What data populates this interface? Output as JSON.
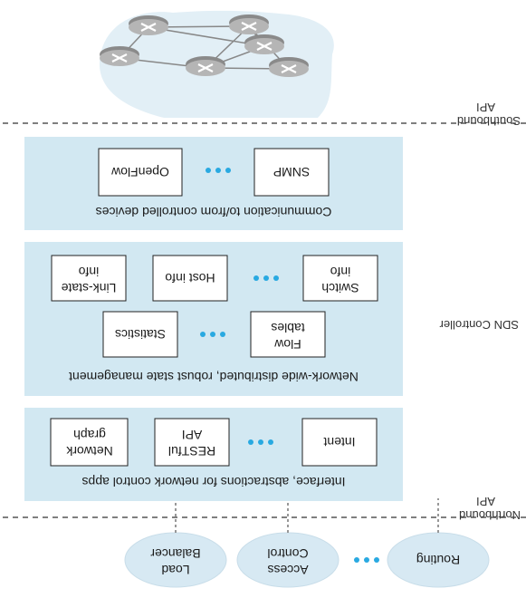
{
  "northbound_api": {
    "line1": "Northbound",
    "line2": "API"
  },
  "southbound_api": {
    "line1": "Southbound",
    "line2": "API"
  },
  "sdn_controller_label": "SDN Controller",
  "apps": [
    "Routing",
    "Access Control",
    "Load Balancer"
  ],
  "app_line_breaks": {
    "access": [
      "Access",
      "Control"
    ],
    "load": [
      "Load",
      "Balancer"
    ]
  },
  "interface_layer": {
    "title": "Interface, abstractions for  network control apps",
    "boxes": [
      {
        "lines": [
          "Network",
          "graph"
        ]
      },
      {
        "lines": [
          "RESTful",
          "API"
        ]
      },
      {
        "lines": [
          "Intent"
        ]
      }
    ]
  },
  "state_layer": {
    "title": "Network-wide distributed, robust state management",
    "row1": [
      {
        "lines": [
          "Statistics"
        ]
      },
      {
        "lines": [
          "Flow",
          "tables"
        ]
      }
    ],
    "row2": [
      {
        "lines": [
          "Link-state",
          "info"
        ]
      },
      {
        "lines": [
          "Host info"
        ]
      },
      {
        "lines": [
          "Switch",
          "info"
        ]
      }
    ]
  },
  "comm_layer": {
    "title": "Communication to/from controlled devices",
    "boxes": [
      {
        "lines": [
          "OpenFlow"
        ]
      },
      {
        "lines": [
          "SNMP"
        ]
      }
    ]
  },
  "colors": {
    "layer_fill": "#d2e8f2",
    "app_fill": "#d7e9f3",
    "dot": "#29a9e1",
    "box_border": "#222222",
    "dash": "#555555"
  },
  "icons": [
    "router-icon",
    "ellipsis-dots-icon"
  ]
}
